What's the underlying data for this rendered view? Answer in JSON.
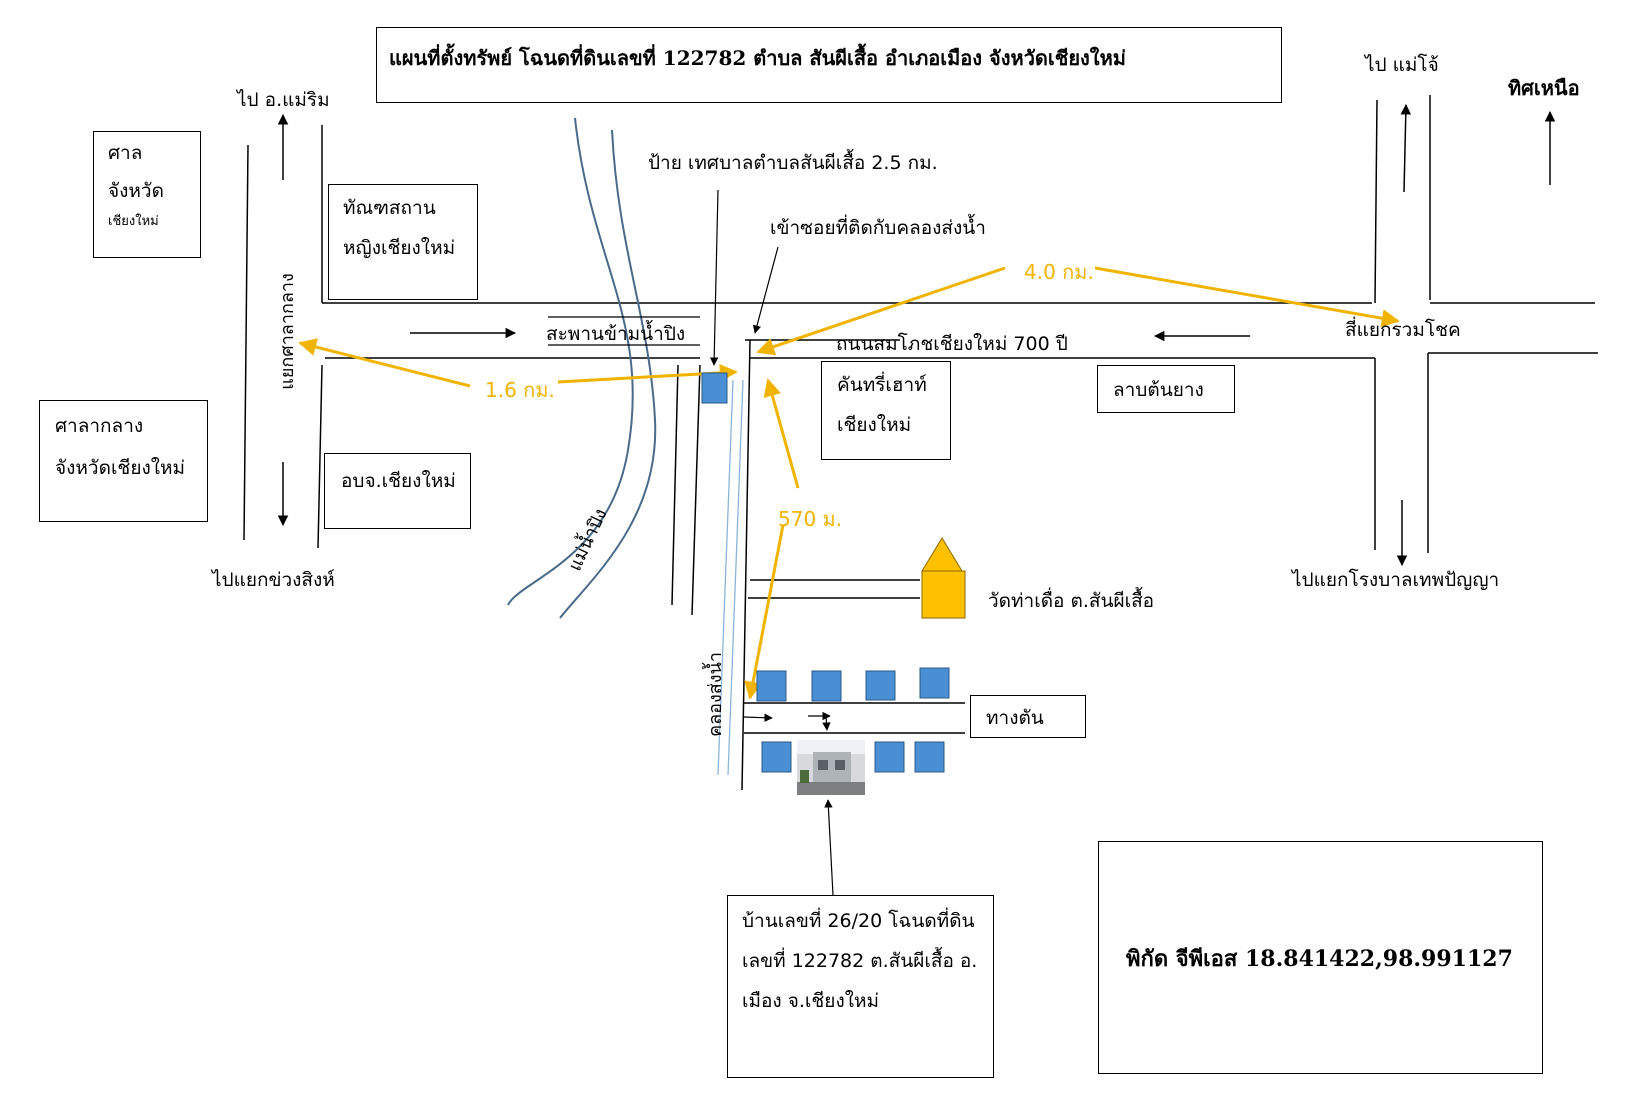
{
  "title": "แผนที่ตั้งทรัพย์ โฉนดที่ดินเลขที่ 122782 ตำบล สันผีเสื้อ อำเภอเมือง จังหวัดเชียงใหม่",
  "north_label": "ทิศเหนือ",
  "gps": "พิกัด จีพีเอส 18.841422,98.991127",
  "places": {
    "court_line1": "ศาล",
    "court_line2": "จังหวัด",
    "court_line3": "เชียงใหม่",
    "prison_line1": "ทัณฑสถาน",
    "prison_line2": "หญิงเชียงใหม่",
    "city_hall_line1": "ศาลากลาง",
    "city_hall_line2": "จังหวัดเชียงใหม่",
    "pao": "อบจ.เชียงใหม่",
    "country_home_line1": "คันทรี่เฮาท์",
    "country_home_line2": "เชียงใหม่",
    "lap_ton_yang": "ลาบต้นยาง",
    "temple": "วัดท่าเดื่อ ต.สันผีเสื้อ",
    "dead_end": "ทางตัน",
    "property_line1": "บ้านเลขที่ 26/20 โฉนดที่ดิน",
    "property_line2": "เลขที่ 122782 ต.สันผีเสื้อ อ.",
    "property_line3": "เมือง จ.เชียงใหม่"
  },
  "roads": {
    "to_mae_rim": "ไป อ.แม่ริม",
    "to_khuang_sing": "ไปแยกข่วงสิงห์",
    "to_mae_jo": "ไป แม่โจ้",
    "to_thepparat": "ไปแยกโรงบาลเทพปัญญา",
    "sala_junction": "แยกศาลากลาง",
    "ruam_chok": "สี่แยกรวมโชค",
    "main_road": "ถนนสมโภชเชียงใหม่ 700 ปี",
    "bridge": "สะพานข้ามน้ำปิง",
    "river": "แม่น้ำปิง",
    "canal": "คลองส่งน้ำ",
    "sign": "ป้าย เทศบาลตำบลสันผีเสื้อ 2.5 กม.",
    "soi_entry": "เข้าซอยที่ติดกับคลองส่งน้ำ"
  },
  "distances": {
    "to_sala": "1.6 กม.",
    "to_ruam_chok": "4.0 กม.",
    "soi_length": "570 ม."
  },
  "colors": {
    "distance_arrow": "#f0b400",
    "river": "#4a6a8a",
    "canal": "#8db4d8",
    "house_marker": "#4a8ed4",
    "temple": "#ffc000"
  }
}
